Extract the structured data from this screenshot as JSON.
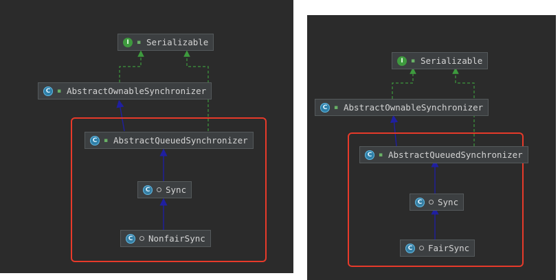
{
  "toolbar": {
    "image_button_icon": "image-icon",
    "dropdown_icon": "chevron-down-icon"
  },
  "colors": {
    "background": "#2b2b2b",
    "node_fill": "#3c3f41",
    "implements_edge": "#3e9a3e",
    "extends_edge": "#1f1fa0",
    "highlight_box": "#e83a2a"
  },
  "icon_glyphs": {
    "interface": "I",
    "class": "C",
    "public": "🔓"
  },
  "diagrams": [
    {
      "nodes": {
        "serializable": "Serializable",
        "owner_sync": "AbstractOwnableSynchronizer",
        "queued_sync": "AbstractQueuedSynchronizer",
        "sync": "Sync",
        "leaf": "NonfairSync"
      }
    },
    {
      "nodes": {
        "serializable": "Serializable",
        "owner_sync": "AbstractOwnableSynchronizer",
        "queued_sync": "AbstractQueuedSynchronizer",
        "sync": "Sync",
        "leaf": "FairSync"
      }
    }
  ]
}
